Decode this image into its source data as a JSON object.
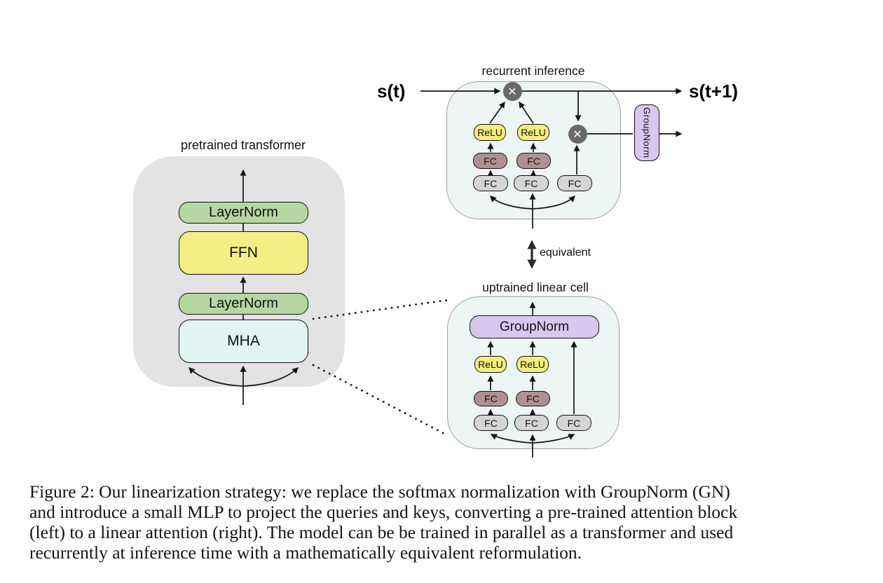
{
  "colors": {
    "container_gray": "#e3e3e3",
    "layernorm_green": "#b6d7a2",
    "ffn_yellow": "#f4ee84",
    "mha_cyan": "#e2f5f2",
    "cell_background": "#edf6f4",
    "cell_border": "#97a09f",
    "relu_yellow": "#f5ee7d",
    "fc_mauve": "#b19093",
    "fc_gray": "#d5d5d5",
    "groupnorm_purple": "#d8c8f0",
    "multiply_gray": "#696969"
  },
  "left_panel": {
    "title": "pretrained transformer",
    "layernorm_top": "LayerNorm",
    "ffn": "FFN",
    "layernorm_bottom": "LayerNorm",
    "mha": "MHA"
  },
  "recurrent_panel": {
    "title": "recurrent inference",
    "state_in": "s(t)",
    "state_out": "s(t+1)",
    "multiply": "✕",
    "relu_left": "ReLU",
    "relu_right": "ReLU",
    "fc_mid_left": "FC",
    "fc_mid_right": "FC",
    "fc_in_left": "FC",
    "fc_in_center": "FC",
    "fc_in_right": "FC",
    "groupnorm": "GroupNorm"
  },
  "equivalence": {
    "label": "equivalent"
  },
  "uptrained_panel": {
    "title": "uptrained linear cell",
    "groupnorm": "GroupNorm",
    "relu_left": "ReLU",
    "relu_right": "ReLU",
    "fc_mid_left": "FC",
    "fc_mid_right": "FC",
    "fc_in_left": "FC",
    "fc_in_center": "FC",
    "fc_in_right": "FC"
  },
  "caption": {
    "lines": [
      "Figure 2: Our linearization strategy: we replace the softmax normalization with GroupNorm (GN)",
      "and introduce a small MLP to project the queries and keys, converting a pre-trained attention block",
      "(left) to a linear attention (right). The model can be be trained in parallel as a transformer and used",
      "recurrently at inference time with a mathematically equivalent reformulation."
    ]
  }
}
